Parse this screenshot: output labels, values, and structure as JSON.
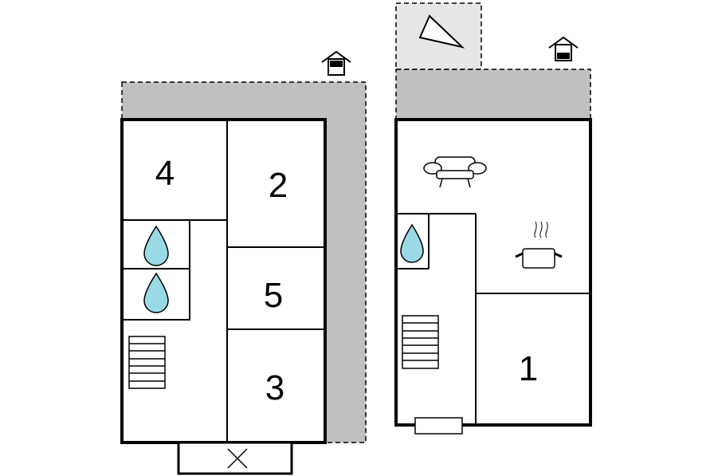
{
  "colors": {
    "wall": "#000000",
    "terrace": "#c0c0c0",
    "balcony": "#e6e6e6",
    "water": "#9ad9e6",
    "background": "#ffffff"
  },
  "icons": {
    "entrance": "house-entrance-icon",
    "water": "water-drop-icon",
    "stairs": "stairs-icon",
    "sofa": "sofa-icon",
    "cooking": "cooking-pot-icon",
    "window": "window-icon",
    "sun": "sun-triangle-icon",
    "door_cross": "door-cross-icon"
  },
  "floor_left": {
    "rooms": {
      "r4": "4",
      "r2": "2",
      "r5": "5",
      "r3": "3"
    }
  },
  "floor_right": {
    "rooms": {
      "r1": "1"
    }
  }
}
